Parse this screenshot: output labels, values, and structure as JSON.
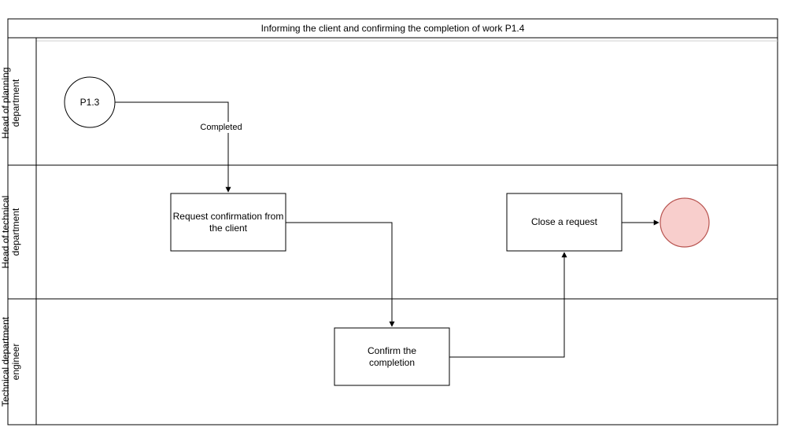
{
  "pool": {
    "title": "Informing the client and confirming the completion of work P1.4"
  },
  "lanes": [
    {
      "label": "Head of planning department"
    },
    {
      "label": "Head of technical department"
    },
    {
      "label": "Technical department engineer"
    }
  ],
  "nodes": {
    "start": {
      "label": "P1.3"
    },
    "request_confirmation": {
      "label": "Request confirmation from the client"
    },
    "confirm_completion": {
      "label": "Confirm the completion"
    },
    "close_request": {
      "label": "Close a request"
    }
  },
  "edges": {
    "start_to_request": {
      "label": "Completed"
    }
  },
  "colors": {
    "stroke": "#000000",
    "end_fill": "#f8cecc",
    "end_stroke": "#b85450"
  }
}
